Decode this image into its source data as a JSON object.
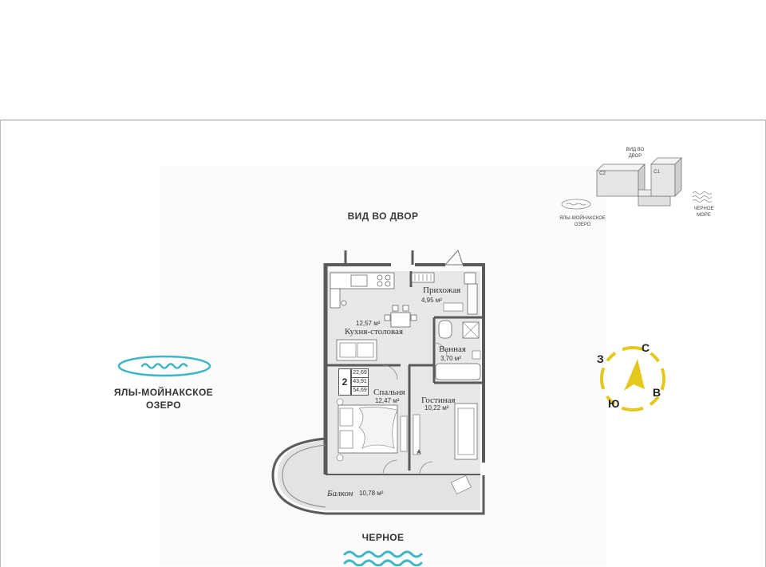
{
  "labels": {
    "view_top": "ВИД ВО ДВОР",
    "lake_line1": "ЯЛЫ-МОЙНАКСКОЕ",
    "lake_line2": "ОЗЕРО",
    "sea": "ЧЕРНОЕ"
  },
  "mini_map": {
    "top_line1": "ВИД ВО",
    "top_line2": "ДВОР",
    "block_c2": "C2",
    "block_c1": "C1",
    "lake_line1": "ЯЛЫ-МОЙНАКСКОЕ",
    "lake_line2": "ОЗЕРО",
    "sea_line1": "ЧЕРНОЕ",
    "sea_line2": "МОРЕ"
  },
  "rooms": {
    "hall_name": "Прихожая",
    "hall_area": "4,95 м²",
    "kitchen_area": "12,57 м²",
    "kitchen_name": "Кухня-столовая",
    "bath_name": "Ванная",
    "bath_area": "3,70 м²",
    "bedroom_name": "Спальня",
    "bedroom_area": "12,47 м²",
    "living_name": "Гостиная",
    "living_area": "10,22 м²",
    "balcony_name": "Балкон",
    "balcony_area": "10,78 м²"
  },
  "apartment": {
    "rooms_count": "2",
    "area_1": "22,69",
    "area_2": "43,91",
    "area_3": "54,69"
  },
  "compass": {
    "north": "С",
    "east": "В",
    "south": "Ю",
    "west": "З"
  },
  "colors": {
    "water": "#3fb6c5",
    "compass": "#e3c81e",
    "wall": "#5a5a5a",
    "floor": "#e8e8e8"
  }
}
